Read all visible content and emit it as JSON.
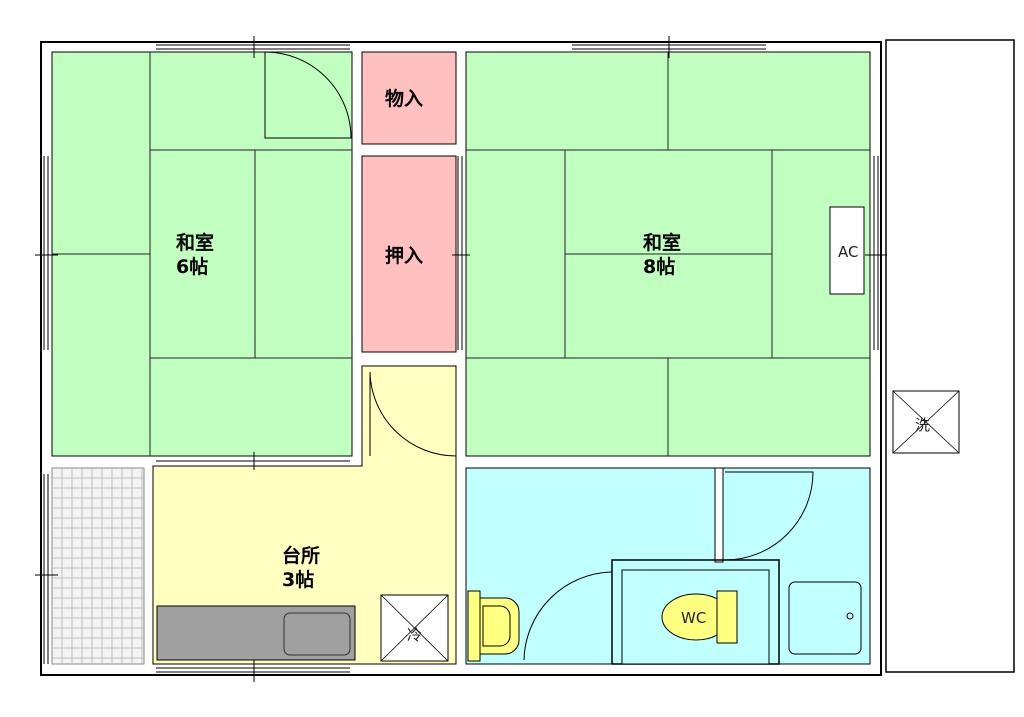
{
  "rooms": {
    "washitsu6": {
      "name": "和室",
      "size": "6帖"
    },
    "washitsu8": {
      "name": "和室",
      "size": "8帖"
    },
    "monoire": {
      "name": "物入"
    },
    "oshiire": {
      "name": "押入"
    },
    "daidokoro": {
      "name": "台所",
      "size": "3帖"
    }
  },
  "fixtures": {
    "ac": "AC",
    "wc": "WC",
    "fridge": "冷",
    "washer": "洗"
  },
  "colors": {
    "tatami": "#c0ffc0",
    "storage": "#ffc0c0",
    "kitchen": "#ffffc0",
    "bath": "#c0ffff",
    "counter": "#a0a0a0",
    "toilet": "#ffff80",
    "wall": "#ffffff",
    "line": "#000000"
  }
}
